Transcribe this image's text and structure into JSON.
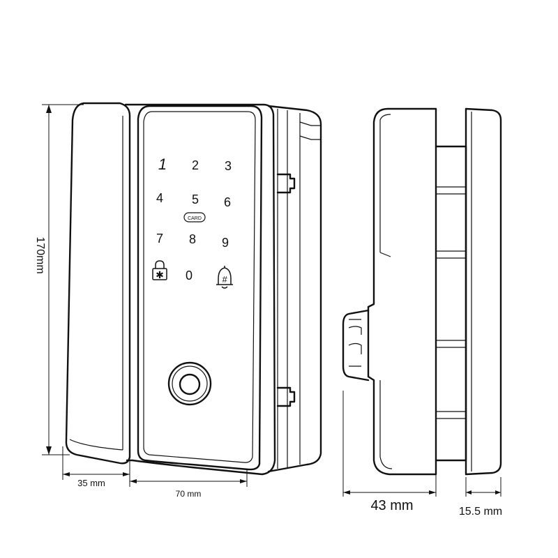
{
  "keypad": {
    "row1": [
      "1",
      "2",
      "3"
    ],
    "row2": [
      "4",
      "5",
      "6"
    ],
    "row3": [
      "7",
      "8",
      "9"
    ],
    "row4_middle": "0",
    "card_label": "CARD",
    "lock_key_symbol": "✱",
    "bell_key_symbol": "#"
  },
  "icons": {
    "lock_key": "padlock-icon",
    "bell_key": "bell-icon",
    "fingerprint_sensor": "fingerprint-sensor-icon"
  },
  "dimensions": {
    "height": "170mm",
    "handle_width": "35 mm",
    "body_width": "70 mm",
    "side_depth": "43 mm",
    "plate_depth": "15.5 mm"
  }
}
